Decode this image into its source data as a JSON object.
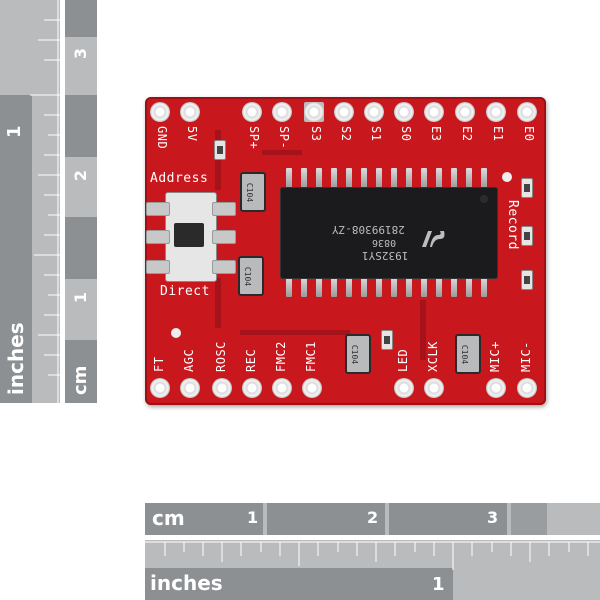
{
  "ruler_vertical": {
    "inch_label": "1",
    "inches_text": "inches",
    "cm_labels": [
      "3",
      "2",
      "1"
    ],
    "cm_text": "cm"
  },
  "ruler_horizontal": {
    "cm_text": "cm",
    "cm_labels": [
      "1",
      "2",
      "3"
    ],
    "inches_text": "inches",
    "inch_label": "1"
  },
  "board": {
    "top_labels": [
      "GND",
      "5V",
      "SP+",
      "SP-",
      "S3",
      "S2",
      "S1",
      "S0",
      "E3",
      "E2",
      "E1",
      "E0"
    ],
    "bottom_labels": [
      "FT",
      "AGC",
      "ROSC",
      "REC",
      "FMC2",
      "FMC1",
      "LED",
      "XCLK",
      "MIC+",
      "MIC-"
    ],
    "address_label": "Address",
    "direct_label": "Direct",
    "record_label": "Record",
    "chip_line1": "28199308-ZY",
    "chip_line2": "0836",
    "chip_line3": "1932SY1",
    "cap_label": "C104"
  }
}
